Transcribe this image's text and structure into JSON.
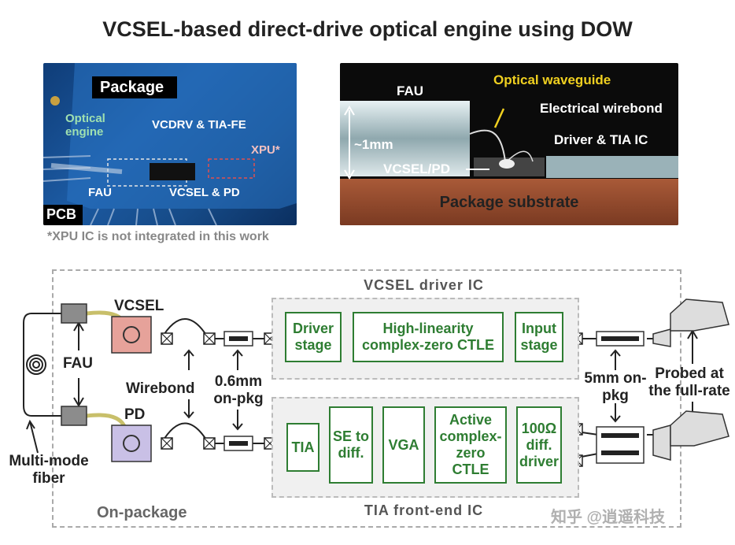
{
  "title": "VCSEL-based direct-drive optical engine using DOW",
  "photo_left": {
    "package": "Package",
    "optical_engine": "Optical\nengine",
    "vcdrv": "VCDRV & TIA-FE",
    "xpu": "XPU*",
    "fau": "FAU",
    "vcsel_pd": "VCSEL & PD",
    "pcb": "PCB"
  },
  "footnote": "*XPU IC is not integrated in this work",
  "photo_right": {
    "fau": "FAU",
    "optical_waveguide": "Optical waveguide",
    "wirebond": "Electrical wirebond",
    "one_mm": "~1mm",
    "driver_tia": "Driver & TIA IC",
    "vcsel_pd": "VCSEL/PD",
    "substrate": "Package substrate"
  },
  "diagram": {
    "vcsel_ic_title": "VCSEL driver IC",
    "tia_ic_title": "TIA front-end IC",
    "vcsel_blocks": [
      "Driver stage",
      "High-linearity complex-zero CTLE",
      "Input stage"
    ],
    "tia_blocks": [
      "TIA",
      "SE to diff.",
      "VGA",
      "Active complex-zero CTLE",
      "100Ω diff. driver"
    ],
    "vcsel_label": "VCSEL",
    "pd_label": "PD",
    "fau": "FAU",
    "wirebond": "Wirebond",
    "on_pkg_short": "0.6mm on-pkg",
    "on_pkg_long": "5mm on-pkg",
    "probed": "Probed at the full-rate",
    "fiber": "Multi-mode fiber",
    "on_package": "On-package"
  },
  "watermark": "知乎 @逍遥科技",
  "colors": {
    "green": "#2e7d32",
    "vcsel_fill": "#e6a29a",
    "pd_fill": "#c9c0e6",
    "fiber": "#c8bf6a"
  }
}
